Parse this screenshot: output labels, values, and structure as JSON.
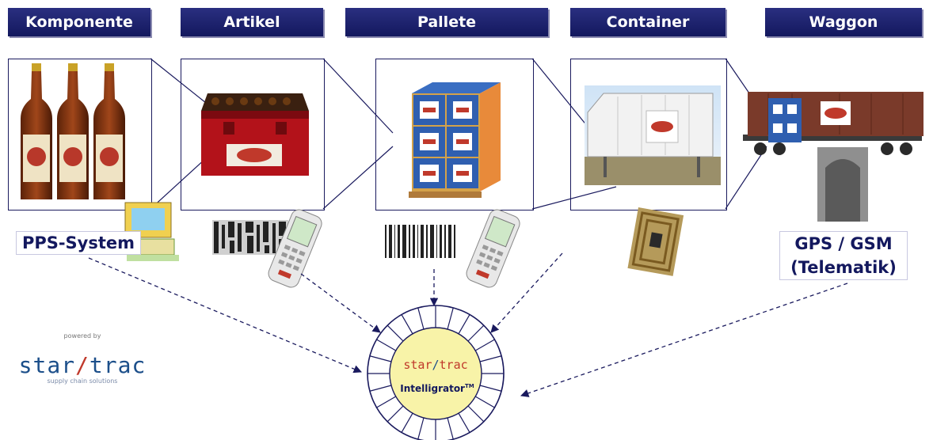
{
  "headers": [
    "Komponente",
    "Artikel",
    "Pallete",
    "Container",
    "Waggon"
  ],
  "labels": {
    "pps": "PPS-System",
    "gps_line1": "GPS / GSM",
    "gps_line2": "(Telematik)"
  },
  "logo": {
    "powered_by": "powered by",
    "brand": "star trac",
    "tagline": "supply chain solutions"
  },
  "hub": {
    "brand": "star trac",
    "name": "Intelligrator",
    "tm": "TM"
  },
  "colors": {
    "header_bg": "#1a1f6e",
    "line": "#1a1a5e",
    "hub_fill": "#f8f3a8",
    "brand_red": "#c0392b",
    "brand_blue": "#1c4f8a"
  }
}
